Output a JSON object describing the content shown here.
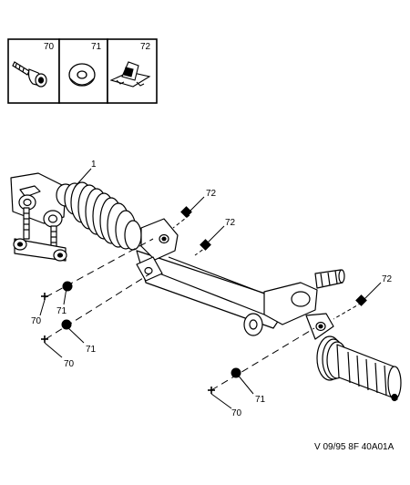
{
  "legend": {
    "items": [
      {
        "number": "70",
        "icon": "bolt-icon"
      },
      {
        "number": "71",
        "icon": "washer-icon"
      },
      {
        "number": "72",
        "icon": "bracket-icon"
      }
    ]
  },
  "callouts": {
    "rack": "1",
    "bracket_a": "72",
    "bracket_b": "72",
    "bracket_c": "72",
    "left_washer_a": "71",
    "left_bolt_a": "70",
    "left_washer_b": "71",
    "left_bolt_b": "70",
    "bottom_washer": "71",
    "bottom_bolt": "70"
  },
  "reference": "V 09/95 8F 40A01A"
}
